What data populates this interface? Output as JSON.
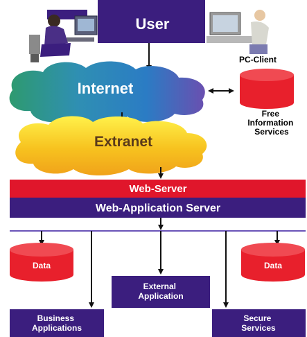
{
  "nodes": {
    "user": "User",
    "pc_client": "PC-Client",
    "internet": "Internet",
    "extranet": "Extranet",
    "free_info": [
      "Free",
      "Information",
      "Services"
    ],
    "web_server": "Web-Server",
    "web_app_server": "Web-Application Server",
    "data_left": "Data",
    "data_right": "Data",
    "external_app": [
      "External",
      "Application"
    ],
    "business_apps": [
      "Business",
      "Applications"
    ],
    "secure_services": [
      "Secure",
      "Services"
    ]
  },
  "colors": {
    "navy": "#3b1e7e",
    "red": "#e0162b",
    "cylinder_red": "#e8202c",
    "line": "#111111"
  }
}
